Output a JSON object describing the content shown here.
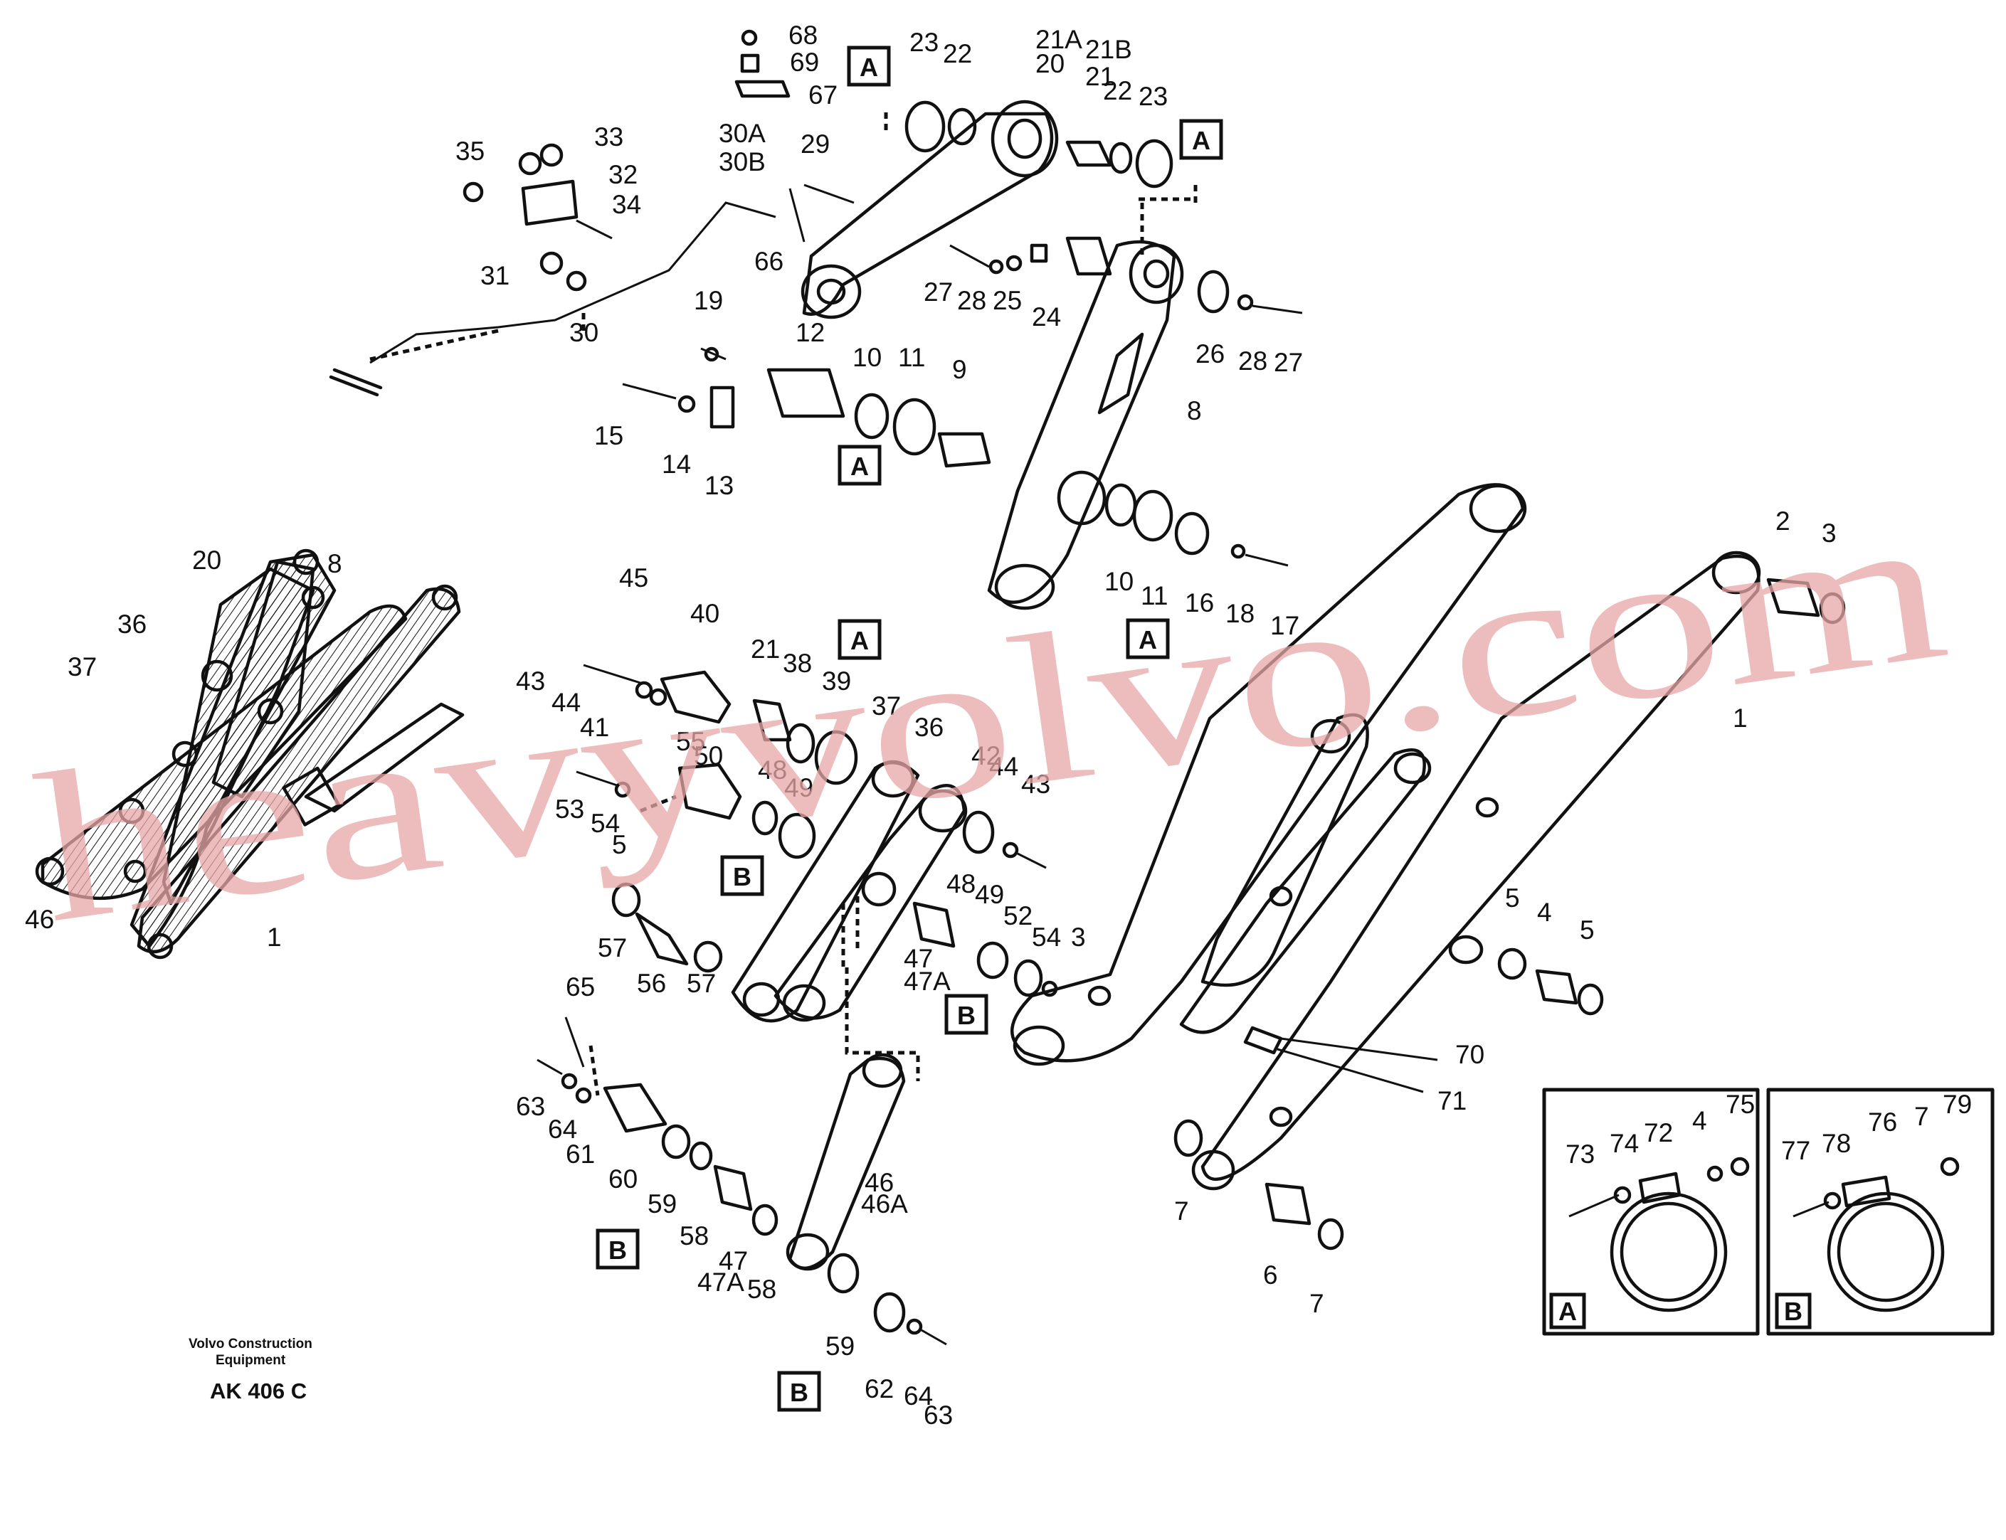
{
  "caption": {
    "line1": "Volvo Construction",
    "line2": "Equipment",
    "code": "AK 406 C"
  },
  "watermark": "heavyvolvo.com",
  "detail_views": [
    {
      "letter": "A",
      "parts": [
        "73",
        "74",
        "72",
        "4",
        "75"
      ]
    },
    {
      "letter": "B",
      "parts": [
        "77",
        "78",
        "76",
        "7",
        "79"
      ]
    }
  ],
  "reference_boxes": [
    "A",
    "A",
    "A",
    "A",
    "A",
    "B",
    "B",
    "B",
    "B"
  ],
  "part_labels": [
    "68",
    "69",
    "67",
    "23",
    "22",
    "21A",
    "20",
    "21B",
    "21",
    "22",
    "23",
    "35",
    "33",
    "32",
    "34",
    "31",
    "30",
    "30A",
    "30B",
    "29",
    "66",
    "27",
    "28",
    "25",
    "24",
    "26",
    "28",
    "27",
    "19",
    "12",
    "10",
    "11",
    "9",
    "8",
    "15",
    "14",
    "13",
    "10",
    "11",
    "16",
    "18",
    "17",
    "2",
    "3",
    "1",
    "20",
    "8",
    "36",
    "37",
    "46",
    "1",
    "45",
    "40",
    "43",
    "44",
    "41",
    "21",
    "38",
    "39",
    "37",
    "36",
    "55",
    "50",
    "48",
    "49",
    "53",
    "54",
    "5",
    "42",
    "44",
    "43",
    "57",
    "56",
    "57",
    "48",
    "49",
    "52",
    "54",
    "47",
    "47A",
    "3",
    "65",
    "63",
    "64",
    "61",
    "60",
    "59",
    "58",
    "47",
    "47A",
    "58",
    "46",
    "46A",
    "59",
    "62",
    "64",
    "63",
    "5",
    "4",
    "5",
    "70",
    "71",
    "7",
    "6",
    "7"
  ]
}
